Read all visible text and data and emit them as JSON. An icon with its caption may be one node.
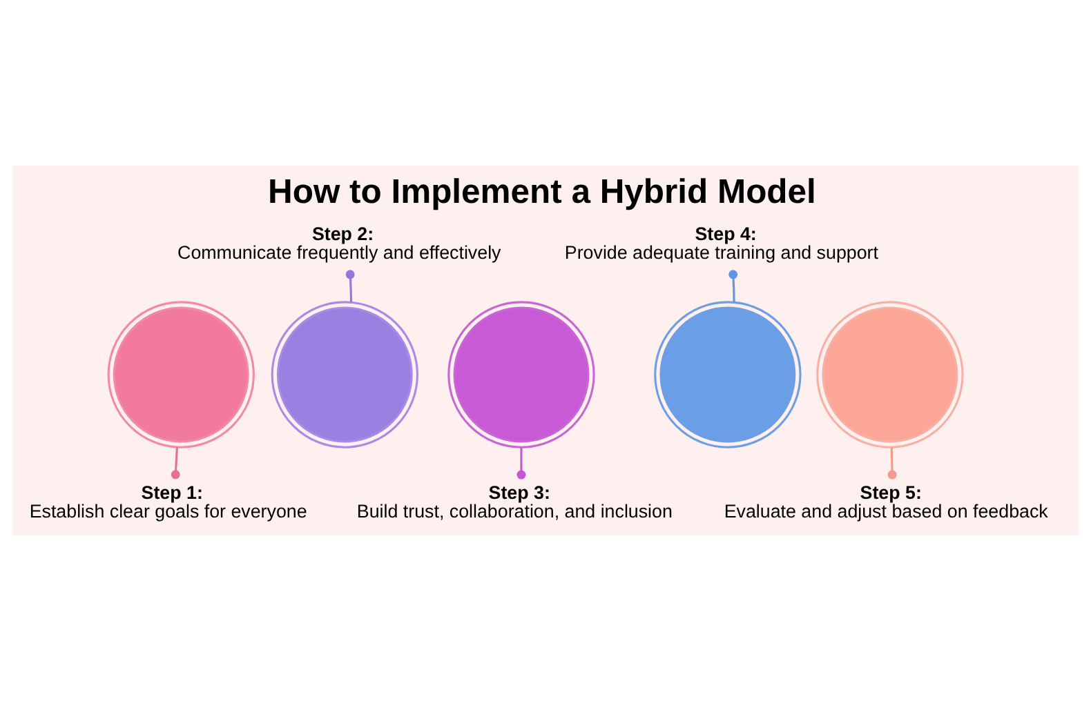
{
  "diagram": {
    "title": "How to Implement a Hybrid Model",
    "nodes": [
      {
        "text": [],
        "shape": "circle"
      },
      {
        "text": [
          "Step 1:",
          "Establish clear goals for everyone"
        ]
      },
      {
        "text": [],
        "shape": "circle"
      },
      {
        "text": [
          "Step 2:",
          "Communicate frequently and effectively"
        ]
      },
      {
        "text": [],
        "shape": "circle"
      },
      {
        "text": [
          "Step 3:",
          "Build trust, collaboration, and inclusion"
        ]
      },
      {
        "text": [],
        "shape": "circle"
      },
      {
        "text": [
          "Step 4:",
          "Provide adequate training and support"
        ]
      },
      {
        "text": [],
        "shape": "circle"
      },
      {
        "text": [
          "Step 5:",
          "Evaluate and adjust based on feedback"
        ]
      }
    ],
    "edges": [
      {
        "from": 0,
        "to": 1,
        "arrow": "other",
        "color": "#e86f93"
      },
      {
        "from": 2,
        "to": 3,
        "arrow": "other",
        "color": "#9577dc"
      },
      {
        "from": 4,
        "to": 5,
        "arrow": "other",
        "color": "#c458d2"
      },
      {
        "from": 6,
        "to": 7,
        "arrow": "other",
        "color": "#5f95e3"
      },
      {
        "from": 8,
        "to": 9,
        "arrow": "other",
        "color": "#f39a8c"
      }
    ]
  }
}
